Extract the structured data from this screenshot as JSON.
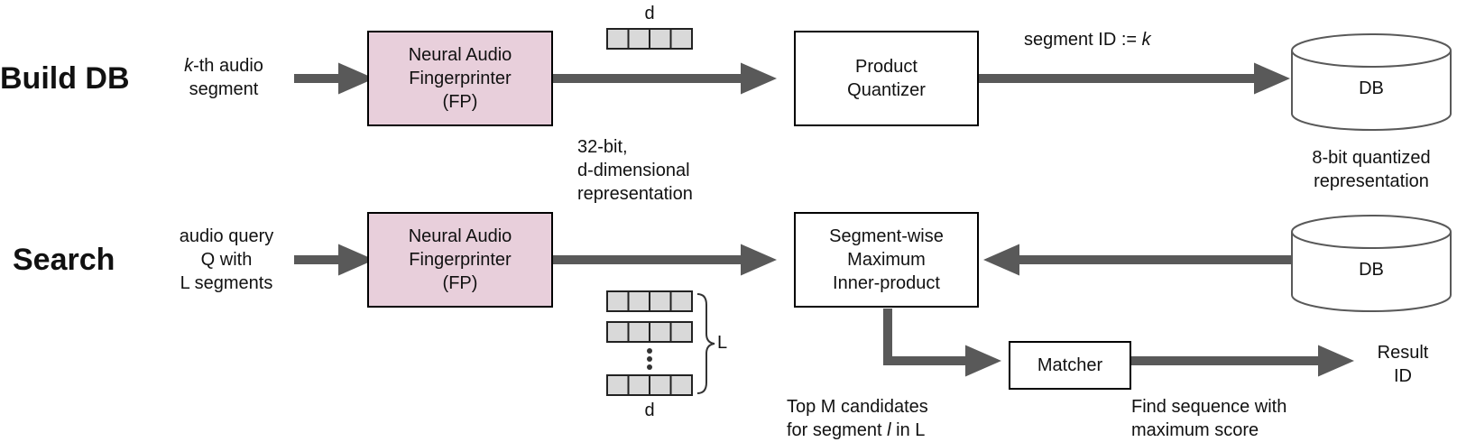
{
  "build_row": {
    "label": "Build DB",
    "input_prefix": "k",
    "input_line1_rest": "-th audio",
    "input_line2": "segment",
    "fp_lines": [
      "Neural Audio",
      "Fingerprinter",
      "(FP)"
    ],
    "vector_label": "d",
    "quantizer_lines": [
      "Product",
      "Quantizer"
    ],
    "segment_id_text": "segment ID := ",
    "segment_id_var": "k",
    "db_label": "DB",
    "fp_output_note": [
      "32-bit,",
      "d-dimensional",
      "representation"
    ],
    "db_note": [
      "8-bit quantized",
      "representation"
    ]
  },
  "search_row": {
    "label": "Search",
    "input_lines": [
      "audio query",
      "Q with",
      "L segments"
    ],
    "fp_lines": [
      "Neural Audio",
      "Fingerprinter",
      "(FP)"
    ],
    "mips_lines": [
      "Segment-wise",
      "Maximum",
      "Inner-product"
    ],
    "db_label": "DB",
    "matrix_row_label": "L",
    "matrix_col_label": "d",
    "matcher_label": "Matcher",
    "result_lines": [
      "Result",
      "ID"
    ],
    "candidates_line1": "Top M candidates",
    "candidates_line2_pre": "for segment ",
    "candidates_line2_var": "l",
    "candidates_line2_post": " in L",
    "matcher_note": [
      "Find sequence with",
      "maximum score"
    ]
  },
  "colors": {
    "fp_fill": "#e8cfdb",
    "arrow": "#595959",
    "cell_fill": "#d9d9d9"
  }
}
